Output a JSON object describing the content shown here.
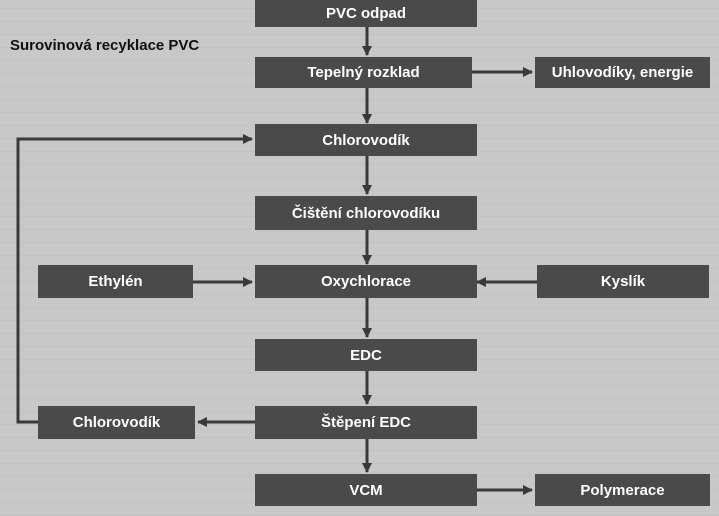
{
  "title": "Surovinová recyklace PVC",
  "nodes": {
    "pvc_odpad": "PVC odpad",
    "tepelny_rozklad": "Tepelný rozklad",
    "uhlovodiky": "Uhlovodíky, energie",
    "chlorovodik_main": "Chlorovodík",
    "cisteni": "Čištění chlorovodíku",
    "ethylen": "Ethylén",
    "oxychlorace": "Oxychlorace",
    "kyslik": "Kyslík",
    "edc": "EDC",
    "chlorovodik_side": "Chlorovodík",
    "stepeni_edc": "Štěpení EDC",
    "vcm": "VCM",
    "polymerace": "Polymerace"
  },
  "colors": {
    "box": "#4a4a4a",
    "arrow": "#3a3a3a",
    "text": "#ffffff",
    "background": "#c8c8c8"
  }
}
